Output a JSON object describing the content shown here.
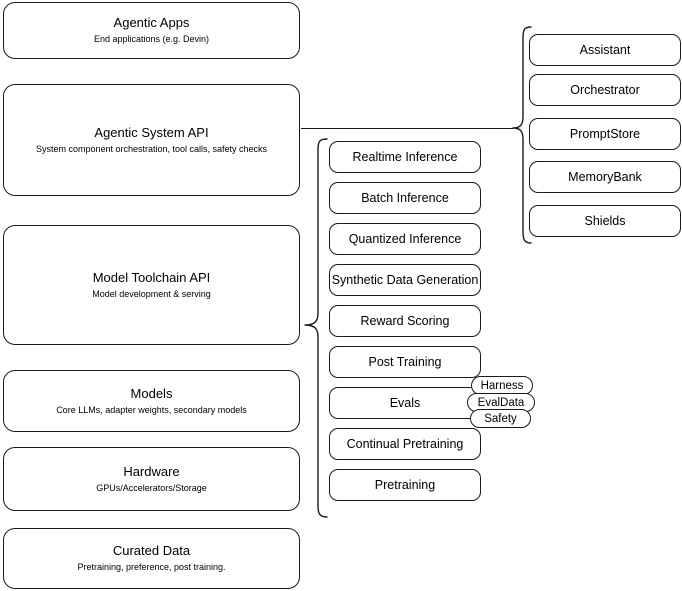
{
  "diagram": {
    "title": "AI stack layers diagram",
    "line_color": "#1a1a1a",
    "background": "#ffffff"
  },
  "stack_layers": [
    {
      "title": "Agentic Apps",
      "subtitle": "End applications (e.g. Devin)"
    },
    {
      "title": "Agentic System API",
      "subtitle": "System component orchestration, tool calls, safety checks"
    },
    {
      "title": "Model Toolchain API",
      "subtitle": "Model development & serving"
    },
    {
      "title": "Models",
      "subtitle": "Core LLMs, adapter weights, secondary models"
    },
    {
      "title": "Hardware",
      "subtitle": "GPUs/Accelerators/Storage"
    },
    {
      "title": "Curated Data",
      "subtitle": "Pretraining, preference, post training."
    }
  ],
  "toolchain_capabilities": [
    {
      "label": "Realtime Inference"
    },
    {
      "label": "Batch Inference"
    },
    {
      "label": "Quantized Inference"
    },
    {
      "label": "Synthetic Data Generation"
    },
    {
      "label": "Reward Scoring"
    },
    {
      "label": "Post Training"
    },
    {
      "label": "Evals"
    },
    {
      "label": "Continual Pretraining"
    },
    {
      "label": "Pretraining"
    }
  ],
  "eval_subcomponents": [
    {
      "label": "Harness"
    },
    {
      "label": "EvalData"
    },
    {
      "label": "Safety"
    }
  ],
  "agentic_components": [
    {
      "label": "Assistant"
    },
    {
      "label": "Orchestrator"
    },
    {
      "label": "PromptStore"
    },
    {
      "label": "MemoryBank"
    },
    {
      "label": "Shields"
    }
  ]
}
